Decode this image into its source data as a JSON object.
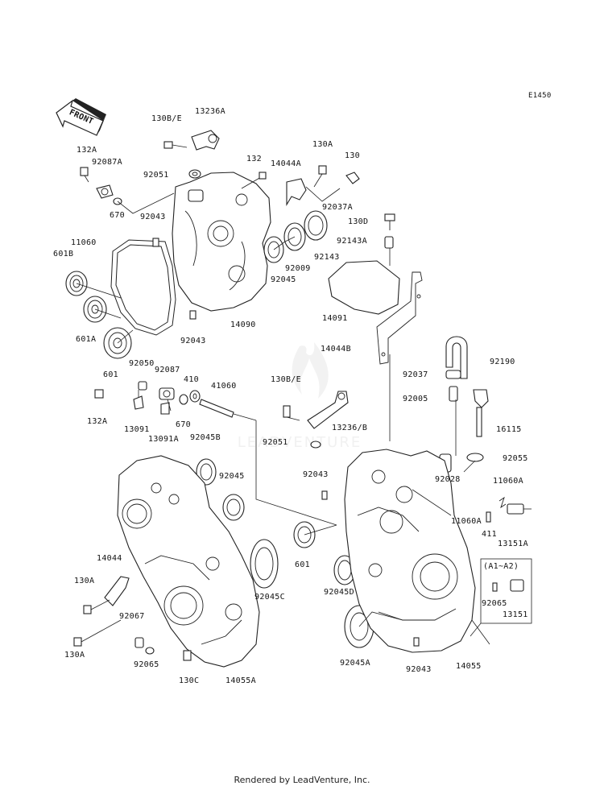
{
  "diagram_code": "E1450",
  "direction_label": "FRONT",
  "variant_label": "(A1~A2)",
  "footer": "Rendered by LeadVenture, Inc.",
  "watermark": "LEADVENTURE",
  "parts": {
    "p130be_top": "130B/E",
    "p13236a": "13236A",
    "p132a_top": "132A",
    "p92087a": "92087A",
    "p92051_top": "92051",
    "p132": "132",
    "p14044a": "14044A",
    "p130a_top": "130A",
    "p130": "130",
    "p670_top": "670",
    "p92043_a": "92043",
    "p92037a": "92037A",
    "p130d": "130D",
    "p11060": "11060",
    "p601b": "601B",
    "p92143a": "92143A",
    "p92009": "92009",
    "p92143": "92143",
    "p92045_a": "92045",
    "p14091": "14091",
    "p601a": "601A",
    "p14090": "14090",
    "p92043_b": "92043",
    "p14044b": "14044B",
    "p92190": "92190",
    "p601_a": "601",
    "p92050": "92050",
    "p92087": "92087",
    "p410": "410",
    "p41060": "41060",
    "p130be_mid": "130B/E",
    "p92037": "92037",
    "p92005": "92005",
    "p132a_mid": "132A",
    "p13091": "13091",
    "p13091a": "13091A",
    "p670_mid": "670",
    "p92045b": "92045B",
    "p13236b": "13236/B",
    "p16115": "16115",
    "p92051_mid": "92051",
    "p92055": "92055",
    "p92045_b": "92045",
    "p92043_c": "92043",
    "p92028": "92028",
    "p11060a_r": "11060A",
    "p11060a_l": "11060A",
    "p411": "411",
    "p13151a": "13151A",
    "p601_b": "601",
    "p14044": "14044",
    "p130a_l1": "130A",
    "p92045c": "92045C",
    "p92045d": "92045D",
    "p92065_r": "92065",
    "p13151": "13151",
    "p92067": "92067",
    "p130a_l2": "130A",
    "p92065_l": "92065",
    "p130c": "130C",
    "p14055a": "14055A",
    "p92045a": "92045A",
    "p92043_d": "92043",
    "p14055": "14055"
  }
}
